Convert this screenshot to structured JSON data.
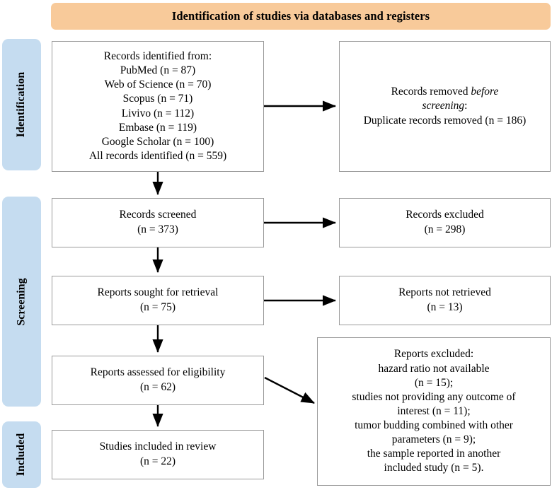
{
  "banner": {
    "title": "Identification of studies via databases and registers",
    "color": "#f8ca9a"
  },
  "stages": {
    "color": "#c5dcf0",
    "identification": "Identification",
    "screening": "Screening",
    "included": "Included"
  },
  "boxes": {
    "records_identified": "Records identified from:\nPubMed (n = 87)\nWeb of Science (n = 70)\nScopus (n = 71)\nLivivo (n = 112)\nEmbase (n = 119)\nGoogle Scholar (n = 100)\nAll records identified (n = 559)",
    "records_removed_line1": "Records removed ",
    "records_removed_italic1": "before",
    "records_removed_italic2": "screening",
    "records_removed_line3": ":",
    "records_removed_line4": "Duplicate records removed (n = 186)",
    "records_screened": "Records screened\n(n = 373)",
    "records_excluded": "Records excluded\n(n = 298)",
    "reports_sought": "Reports sought for retrieval\n(n = 75)",
    "reports_not_retrieved": "Reports not retrieved\n(n = 13)",
    "reports_assessed": "Reports assessed for eligibility\n(n = 62)",
    "reports_excluded": "Reports excluded:\nhazard ratio not available\n(n = 15);\nstudies not providing any outcome of\ninterest (n = 11);\ntumor budding combined with other\nparameters (n = 9);\nthe sample reported in another\nincluded study (n = 5).",
    "studies_included": "Studies included in review\n(n = 22)"
  },
  "chart_data": {
    "type": "diagram",
    "title": "PRISMA flow diagram",
    "nodes": [
      {
        "id": "records_identified",
        "stage": "Identification",
        "label": "Records identified from",
        "counts": {
          "PubMed": 87,
          "Web of Science": 70,
          "Scopus": 71,
          "Livivo": 112,
          "Embase": 119,
          "Google Scholar": 100,
          "All records identified": 559
        }
      },
      {
        "id": "records_removed",
        "stage": "Identification",
        "label": "Records removed before screening: Duplicate records removed",
        "n": 186
      },
      {
        "id": "records_screened",
        "stage": "Screening",
        "label": "Records screened",
        "n": 373
      },
      {
        "id": "records_excluded",
        "stage": "Screening",
        "label": "Records excluded",
        "n": 298
      },
      {
        "id": "reports_sought",
        "stage": "Screening",
        "label": "Reports sought for retrieval",
        "n": 75
      },
      {
        "id": "reports_not_retrieved",
        "stage": "Screening",
        "label": "Reports not retrieved",
        "n": 13
      },
      {
        "id": "reports_assessed",
        "stage": "Screening",
        "label": "Reports assessed for eligibility",
        "n": 62
      },
      {
        "id": "reports_excluded",
        "stage": "Screening",
        "label": "Reports excluded",
        "reasons": [
          {
            "reason": "hazard ratio not available",
            "n": 15
          },
          {
            "reason": "studies not providing any outcome of interest",
            "n": 11
          },
          {
            "reason": "tumor budding combined with other parameters",
            "n": 9
          },
          {
            "reason": "the sample reported in another included study",
            "n": 5
          }
        ]
      },
      {
        "id": "studies_included",
        "stage": "Included",
        "label": "Studies included in review",
        "n": 22
      }
    ],
    "edges": [
      {
        "from": "records_identified",
        "to": "records_removed",
        "direction": "right"
      },
      {
        "from": "records_identified",
        "to": "records_screened",
        "direction": "down"
      },
      {
        "from": "records_screened",
        "to": "records_excluded",
        "direction": "right"
      },
      {
        "from": "records_screened",
        "to": "reports_sought",
        "direction": "down"
      },
      {
        "from": "reports_sought",
        "to": "reports_not_retrieved",
        "direction": "right"
      },
      {
        "from": "reports_sought",
        "to": "reports_assessed",
        "direction": "down"
      },
      {
        "from": "reports_assessed",
        "to": "reports_excluded",
        "direction": "diagonal"
      },
      {
        "from": "reports_assessed",
        "to": "studies_included",
        "direction": "down"
      }
    ]
  }
}
